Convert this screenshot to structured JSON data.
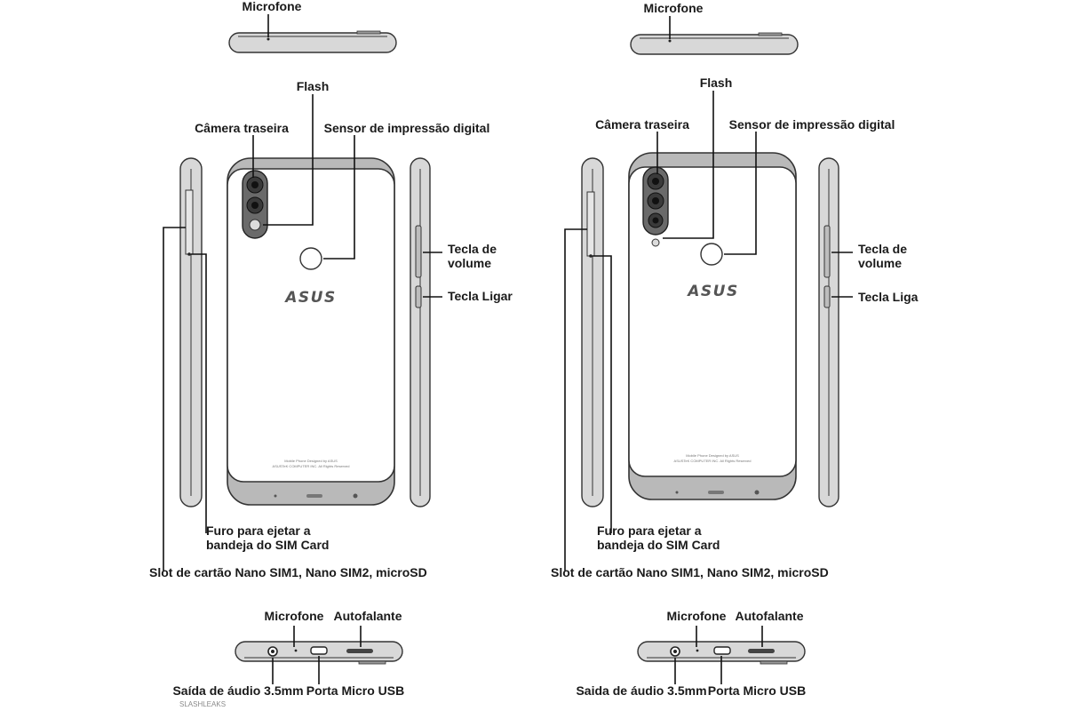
{
  "left": {
    "top_mic": "Microfone",
    "flash": "Flash",
    "rear_camera": "Câmera traseira",
    "fingerprint": "Sensor de impressão digital",
    "volume_line1": "Tecla de",
    "volume_line2": "volume",
    "power": "Tecla Ligar",
    "sim_eject_line1": "Furo para ejetar a",
    "sim_eject_line2": "bandeja do SIM Card",
    "sim_slot": "Slot de cartão Nano SIM1, Nano SIM2, microSD",
    "bottom_mic": "Microfone",
    "speaker": "Autofalante",
    "audio_jack": "Saída de áudio 3.5mm",
    "usb": "Porta Micro USB",
    "logo": "ASUS",
    "fine_print_1": "Mobile Phone Designed by ASUS",
    "fine_print_2": "ASUSTeK COMPUTER INC. All Rights Reserved"
  },
  "right": {
    "top_mic": "Microfone",
    "flash": "Flash",
    "rear_camera": "Câmera traseira",
    "fingerprint": "Sensor de impressão digital",
    "volume_line1": "Tecla de",
    "volume_line2": "volume",
    "power": "Tecla Liga",
    "sim_eject_line1": "Furo para ejetar a",
    "sim_eject_line2": "bandeja do SIM Card",
    "sim_slot": "Slot de cartão Nano SIM1, Nano SIM2, microSD",
    "bottom_mic": "Microfone",
    "speaker": "Autofalante",
    "audio_jack": "Saida de áudio 3.5mm",
    "usb": "Porta Micro USB",
    "logo": "ASUS",
    "fine_print_1": "Mobile Phone Designed by ASUS",
    "fine_print_2": "ASUSTeK COMPUTER INC. All Rights Reserved"
  },
  "watermark": "SLASHLEAKS"
}
